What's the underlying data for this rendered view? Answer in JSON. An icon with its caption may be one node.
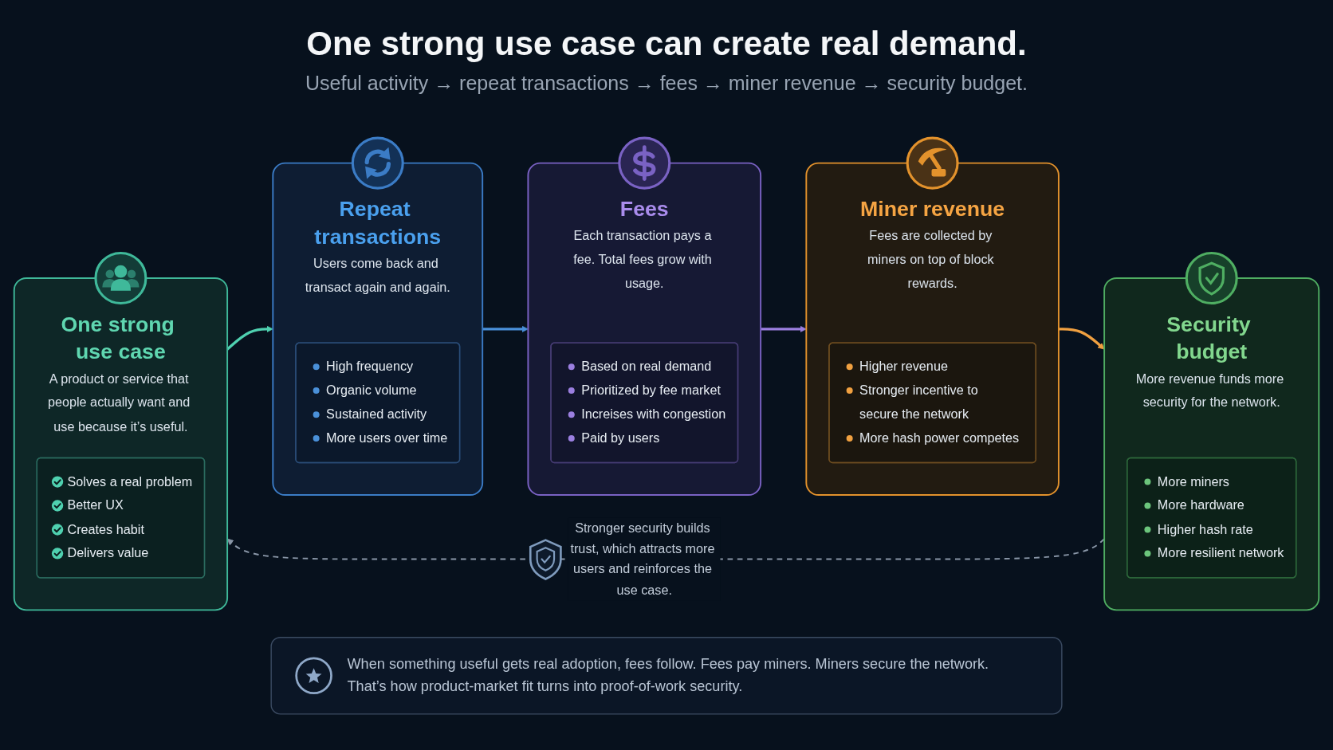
{
  "diagram": {
    "title": "One strong use case can create real demand.",
    "nodes": [
      {
        "text": [
          "One strong use case",
          "A product or service that people actually want and use because it’s useful."
        ]
      },
      {
        "text": [
          "Solves a real problem",
          "Better UX",
          "Creates habit",
          "Delivers value"
        ],
        "in": 0
      },
      {
        "text": [
          "Repeat transactions",
          "Users come back and transact again and again."
        ]
      },
      {
        "text": [
          "High frequency",
          "Organic volume",
          "Sustained activity",
          "More users over time"
        ],
        "in": 2
      },
      {
        "text": [
          "Fees",
          "Each transaction pays a fee. Total fees grow with usage."
        ]
      },
      {
        "text": [
          "Based on real demand",
          "Prioritized by fee market",
          "Increises with congestion",
          "Paid by users"
        ],
        "in": 4
      },
      {
        "text": [
          "Miner revenue",
          "Fees are collected by miners on top of block rewards."
        ]
      },
      {
        "text": [
          "Higher revenue",
          "Stronger incentive to secure the network",
          "More hash power competes"
        ],
        "in": 6
      },
      {
        "text": [
          "Security budget",
          "More revenue funds more security for the network."
        ]
      },
      {
        "text": [
          "More miners",
          "More hardware",
          "Higher hash rate",
          "More resilient network"
        ],
        "in": 8
      },
      {
        "text": [
          "When something useful gets real adoption, fees follow. Fees pay miners. Miners secure the network. That’s how product-market fit turns into proof-of-work security."
        ]
      }
    ],
    "edges": [
      {
        "from": 0,
        "to": 2,
        "arrow": "to",
        "color": "#4fd1b0"
      },
      {
        "from": 2,
        "to": 4,
        "arrow": "to",
        "color": "#4a90d9"
      },
      {
        "from": 4,
        "to": 6,
        "arrow": "to",
        "color": "#9b7fe0"
      },
      {
        "from": 6,
        "to": 8,
        "arrow": "to",
        "color": "#f0a040"
      },
      {
        "from": 8,
        "to": 0,
        "arrow": "to",
        "style": "dashed",
        "color": "#8a97a8",
        "label": "Stronger security builds trust, which attracts more users and reinforces the use case."
      }
    ],
    "labels": [
      "Useful activity → repeat transactions → fees → miner revenue → security budget."
    ]
  }
}
